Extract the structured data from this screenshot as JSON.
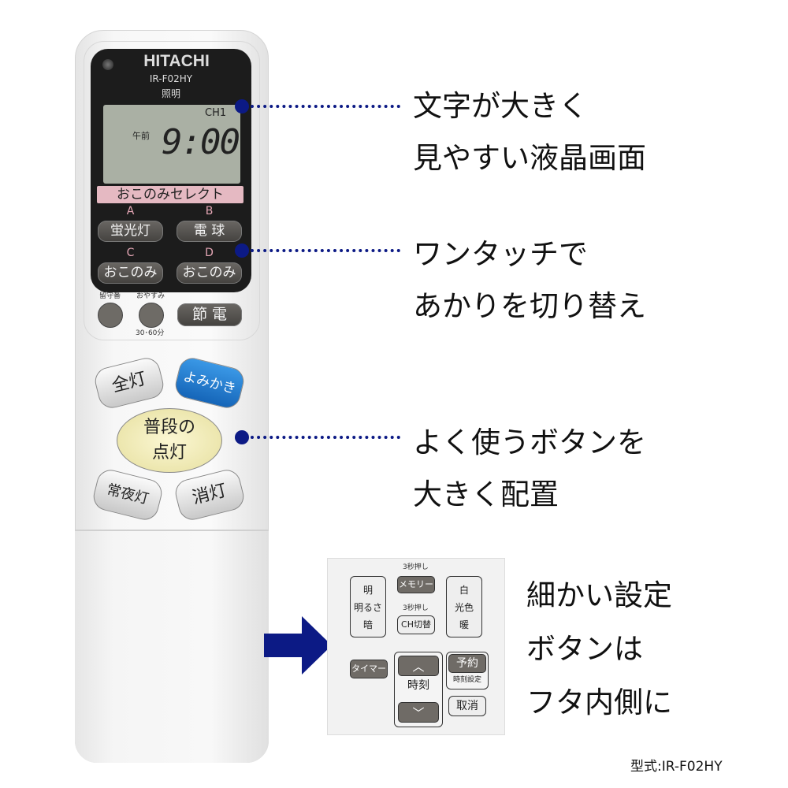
{
  "remote": {
    "brand": "HITACHI",
    "model": "IR-F02HY",
    "kind": "照明",
    "lcd": {
      "channel": "CH1",
      "ampm": "午前",
      "time": "9:00"
    },
    "select_label": "おこのみセレクト",
    "select_buttons": [
      {
        "letter": "A",
        "label": "蛍光灯"
      },
      {
        "letter": "B",
        "label": "電 球"
      },
      {
        "letter": "C",
        "label": "おこのみ"
      },
      {
        "letter": "D",
        "label": "おこのみ"
      }
    ],
    "small": {
      "rusuban": "留守番",
      "oyasumi": "おやすみ",
      "oyasumi_sub": "30･60分",
      "setsuden": "節 電"
    },
    "main": {
      "zento": "全灯",
      "yomikaki": "よみかき",
      "fudan1": "普段の",
      "fudan2": "点灯",
      "joyato": "常夜灯",
      "shoto": "消灯"
    }
  },
  "inset": {
    "akarusa": [
      "明",
      "明るさ",
      "暗"
    ],
    "memory_hint": "3秒押し",
    "memory": "メモリー",
    "ch_hint": "3秒押し",
    "ch": "CH切替",
    "color": [
      "白",
      "光色",
      "暖"
    ],
    "timer": "タイマー",
    "up": "︿",
    "jikoku": "時刻",
    "down": "﹀",
    "yoyaku": "予約",
    "yoyaku_sub": "時刻設定",
    "torikeshi": "取消"
  },
  "captions": [
    [
      "文字が大きく",
      "見やすい液晶画面"
    ],
    [
      "ワンタッチで",
      "あかりを切り替え"
    ],
    [
      "よく使うボタンを",
      "大きく配置"
    ],
    [
      "細かい設定",
      "ボタンは",
      "フタ内側に"
    ]
  ],
  "model_footer": "型式:IR-F02HY",
  "colors": {
    "accent": "#0c1a85",
    "lcd": "#aab0a4",
    "pink": "#e5b9c2",
    "blue_button": "#1f7fd0"
  }
}
